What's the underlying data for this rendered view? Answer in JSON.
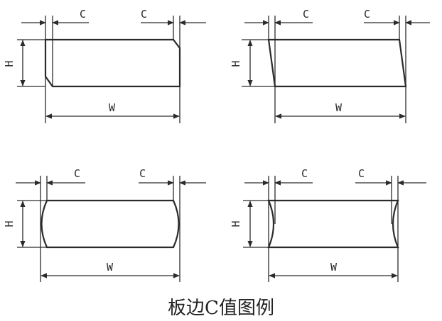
{
  "caption": "板边C值图例",
  "labels": {
    "c": "C",
    "h": "H",
    "w": "W"
  },
  "panels": [
    {
      "edge": "chamfer-right-top"
    },
    {
      "edge": "bevel-both"
    },
    {
      "edge": "convex-both"
    },
    {
      "edge": "concave-both"
    }
  ],
  "colors": {
    "line": "#2b2b2b",
    "background": "#ffffff"
  }
}
